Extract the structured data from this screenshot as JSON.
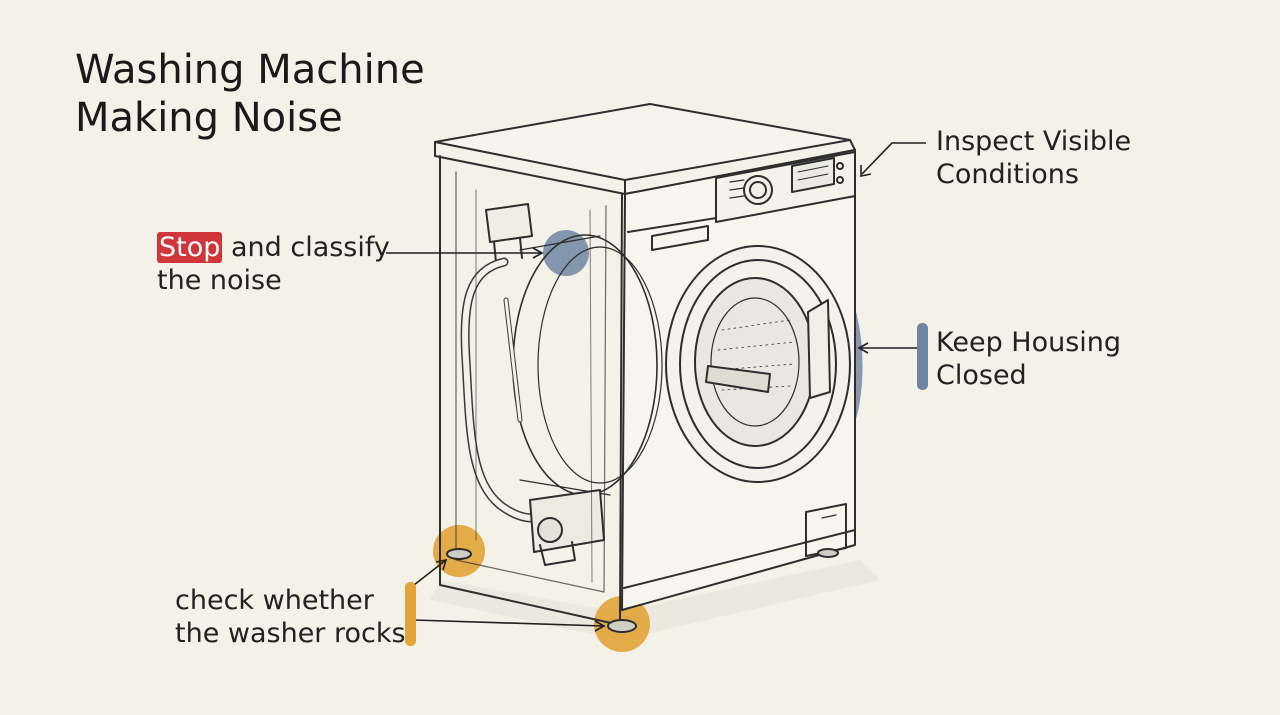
{
  "title": {
    "line1": "Washing Machine",
    "line2": "Making Noise"
  },
  "callouts": {
    "stop": {
      "badge": "Stop",
      "line1_rest": " and classify",
      "line2": "the noise"
    },
    "inspect": {
      "line1": "Inspect Visible",
      "line2": "Conditions"
    },
    "housing": {
      "line1": "Keep Housing",
      "line2": "Closed"
    },
    "rocks": {
      "line1": "check whether",
      "line2": "the washer rocks"
    }
  },
  "colors": {
    "background": "#f3f1e8",
    "stop_badge": "#d0353a",
    "housing_highlight": "#6f86a3",
    "feet_highlight": "#e2a437",
    "line_art": "#2e2e2e"
  }
}
